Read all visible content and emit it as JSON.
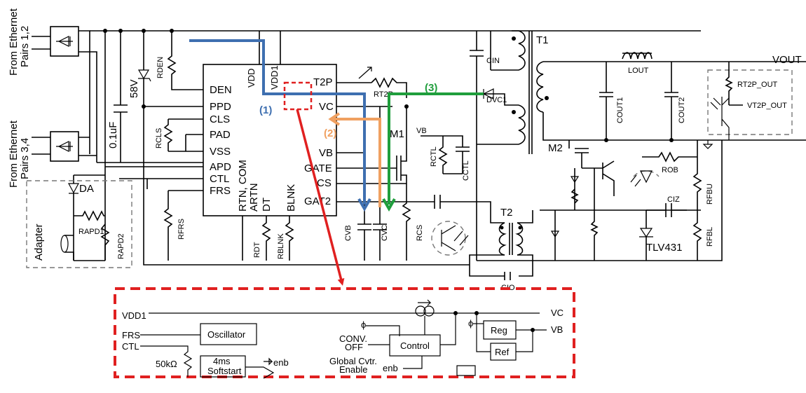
{
  "inputs": {
    "ethernet_12": [
      "From Ethernet",
      "Pairs 1,2"
    ],
    "ethernet_34": [
      "From Ethernet",
      "Pairs 3,4"
    ],
    "adapter": "Adapter"
  },
  "chip_pins_left": [
    "DEN",
    "PPD",
    "CLS",
    "PAD",
    "VSS",
    "APD",
    "CTL",
    "FRS"
  ],
  "chip_pins_right": [
    "T2P",
    "VC",
    "VB",
    "GATE",
    "CS",
    "GAT2"
  ],
  "chip_pins_bottom": [
    "RTN, COM",
    "ARTN",
    "DT",
    "BLNK"
  ],
  "chip_pins_top": [
    "VDD",
    "VDD1"
  ],
  "components": {
    "zener": "58V",
    "cap_in": "0.1uF",
    "rden": "RDEN",
    "rcls": "RCLS",
    "da": "DA",
    "rapd1": "RAPD1",
    "rapd2": "RAPD2",
    "rfrs": "RFRS",
    "rdt": "RDT",
    "rblnk": "RBLNK",
    "cvb": "CVB",
    "cvc": "CVC",
    "rcs": "RCS",
    "rt2p": "RT2P",
    "m1": "M1",
    "vb_node": "VB",
    "rctl": "RCTL",
    "cctl": "CCTL",
    "cin": "CIN",
    "dvc1": "DVC1",
    "t1": "T1",
    "t2": "T2",
    "cio": "CIO",
    "lout": "LOUT",
    "cout1": "COUT1",
    "cout2": "COUT2",
    "m2": "M2",
    "rob": "ROB",
    "ciz": "CIZ",
    "rfbu": "RFBU",
    "rfbl": "RFBL",
    "tlv": "TLV431",
    "vout": "VOUT",
    "rt2p_out": "RT2P_OUT",
    "vt2p_out": "VT2P_OUT"
  },
  "paths": [
    {
      "label": "(1)",
      "color": "#3e6fb0"
    },
    {
      "label": "(2)",
      "color": "#f0a060"
    },
    {
      "label": "(3)",
      "color": "#1f9e3c"
    }
  ],
  "highlight_color": "#e02020",
  "inset": {
    "vdd1": "VDD1",
    "frs": "FRS",
    "ctl": "CTL",
    "resistor": "50kΩ",
    "oscillator": "Oscillator",
    "softstart": [
      "4ms",
      "Softstart"
    ],
    "enb_top": "enb",
    "phi_1": "ϕ",
    "phi_2": "ϕ",
    "conv_off": [
      "CONV.",
      "OFF"
    ],
    "control": "Control",
    "global": [
      "Global Cvtr.",
      "Enable"
    ],
    "enb_bottom": "enb",
    "reg": "Reg",
    "ref": "Ref",
    "vc": "VC",
    "vb": "VB"
  }
}
